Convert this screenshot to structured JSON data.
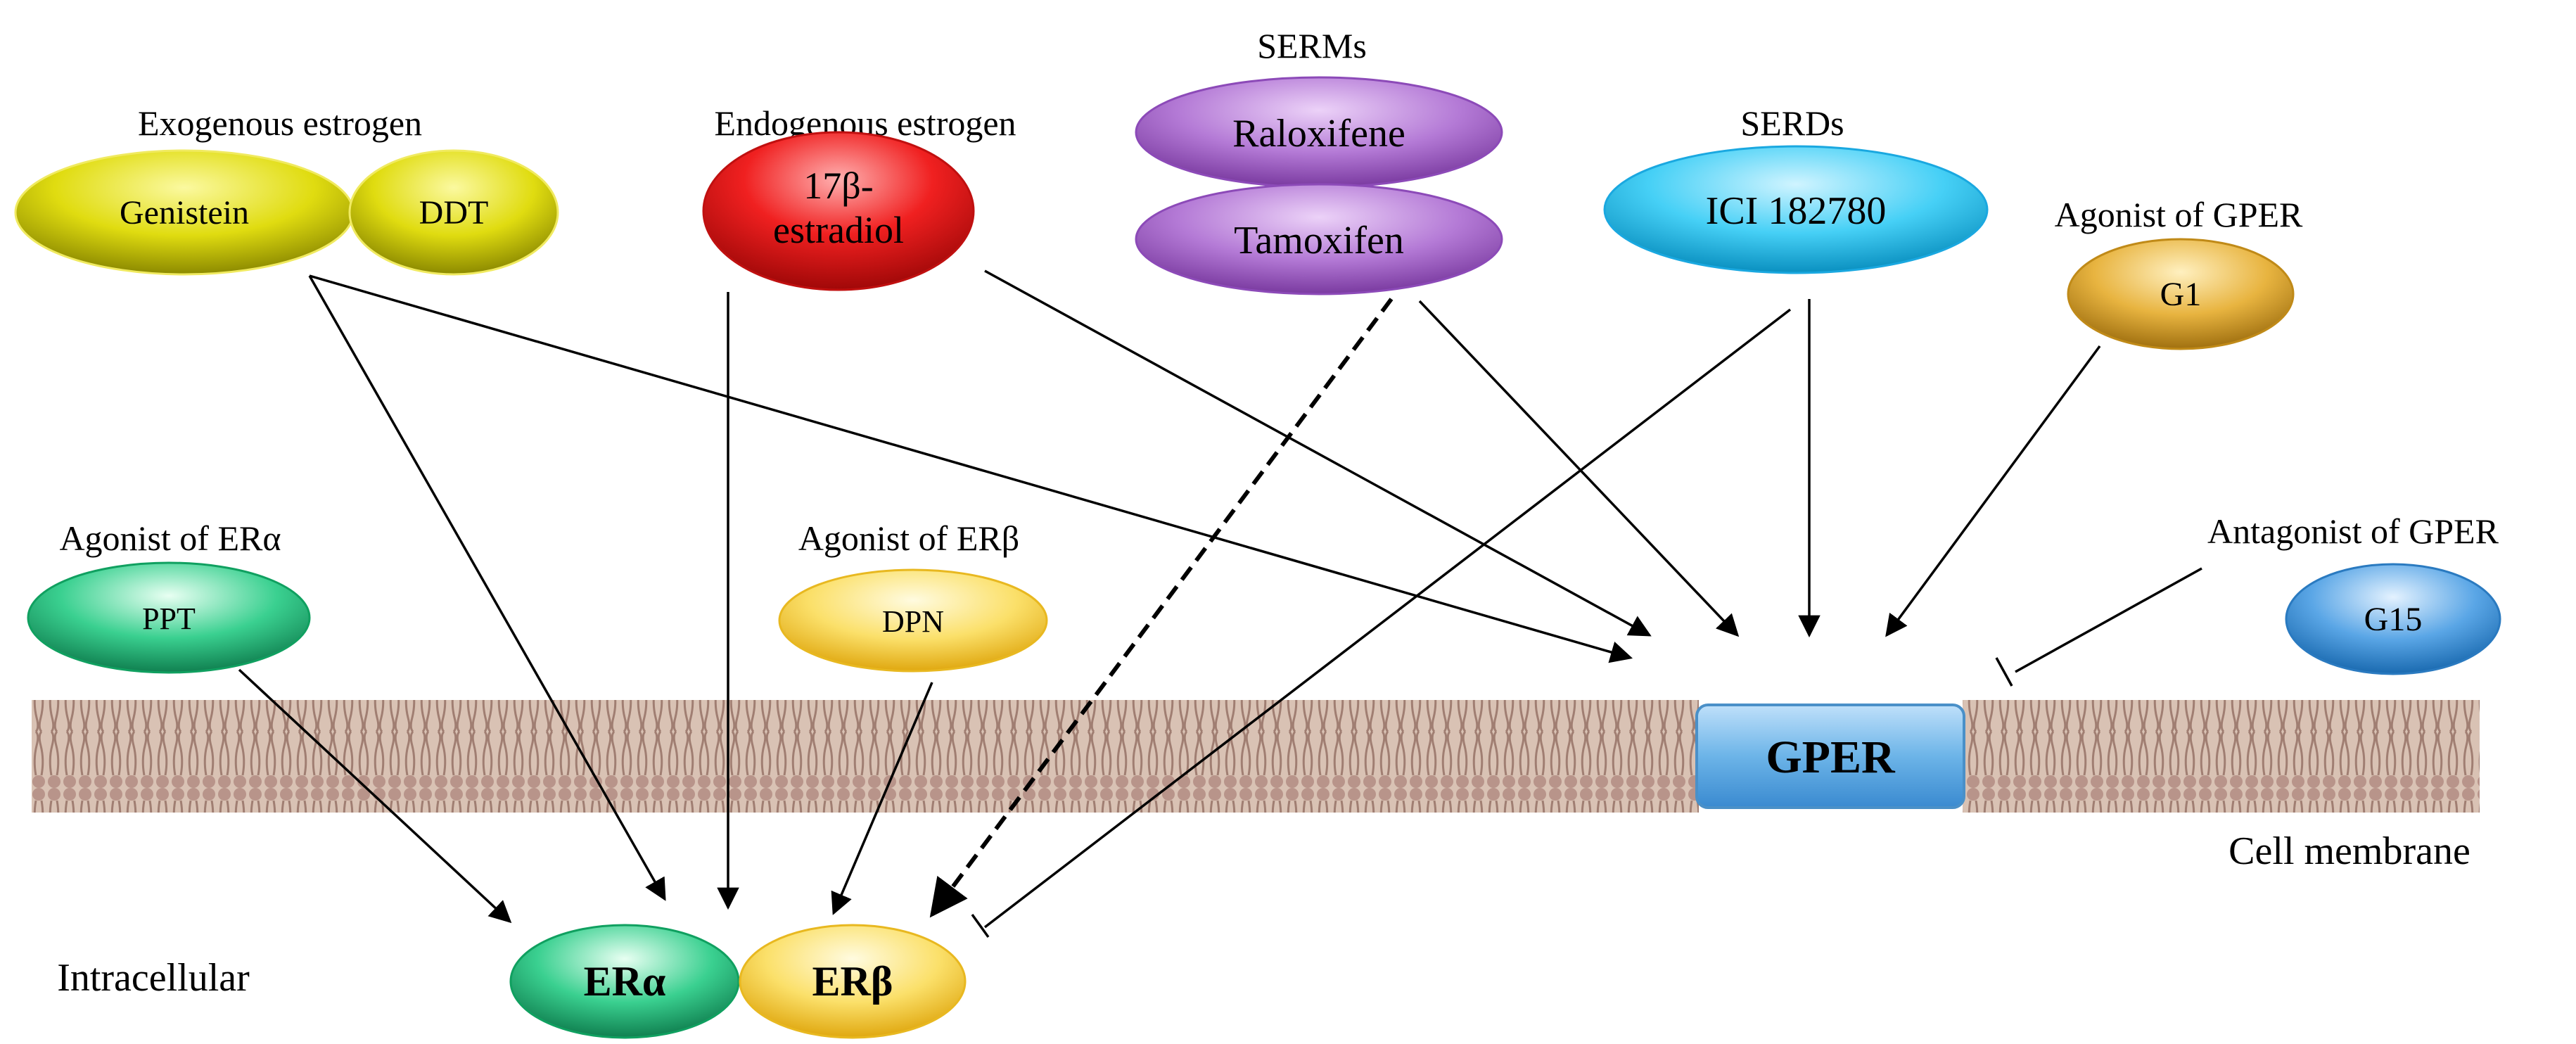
{
  "groups": {
    "exogenous": "Exogenous estrogen",
    "endogenous": "Endogenous estrogen",
    "serms": "SERMs",
    "serds": "SERDs",
    "agonist_gper": "Agonist of GPER",
    "agonist_era": "Agonist of ERα",
    "agonist_erb": "Agonist of ERβ",
    "antagonist_gper": "Antagonist of GPER"
  },
  "compounds": {
    "genistein": "Genistein",
    "ddt": "DDT",
    "estradiol_line1": "17β-",
    "estradiol_line2": "estradiol",
    "raloxifene": "Raloxifene",
    "tamoxifen": "Tamoxifen",
    "ici": "ICI 182780",
    "g1": "G1",
    "ppt": "PPT",
    "dpn": "DPN",
    "g15": "G15"
  },
  "receptors": {
    "gper": "GPER",
    "era": "ERα",
    "erb": "ERβ"
  },
  "regions": {
    "membrane": "Cell membrane",
    "intracellular": "Intracellular"
  },
  "colors": {
    "yellow_olive": "#c8c400",
    "red": "#e81c1c",
    "purple": "#9b59c0",
    "cyan": "#2ec4f0",
    "gold": "#d9a520",
    "green": "#20c080",
    "light_yellow": "#f8d040",
    "blue": "#3a8ed0",
    "gper_box": "#5aa8de",
    "membrane": "#c8aa98"
  }
}
